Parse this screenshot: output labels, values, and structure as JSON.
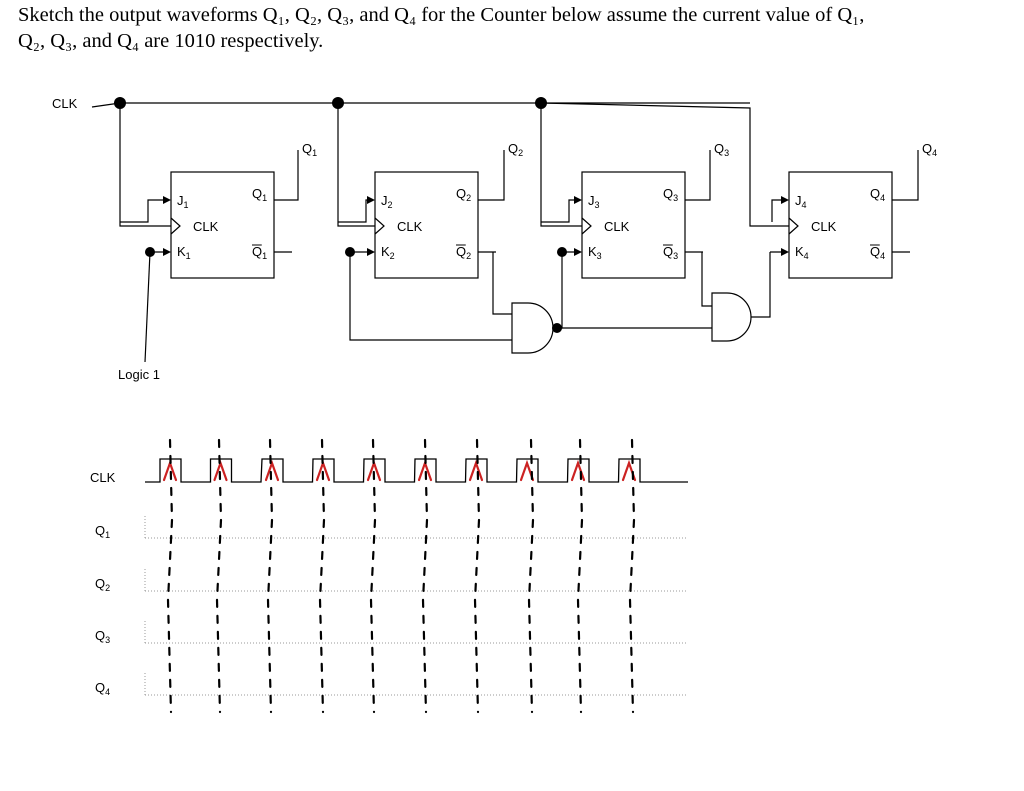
{
  "question": {
    "line1": "Sketch the output waveforms Q₁, Q₂, Q₃, and Q₄ for the Counter below assume the current value of Q₁,",
    "line2": "Q₂, Q₃, and Q₄ are 1010 respectively."
  },
  "circuit": {
    "clk_input_label": "CLK",
    "logic_label": "Logic 1",
    "flipflops": [
      {
        "j": "J",
        "k": "K",
        "q": "Q",
        "qbar": "Q",
        "sub": "1",
        "clk": "CLK",
        "output": "Q",
        "output_sub": "1"
      },
      {
        "j": "J",
        "k": "K",
        "q": "Q",
        "qbar": "Q",
        "sub": "2",
        "clk": "CLK",
        "output": "Q",
        "output_sub": "2"
      },
      {
        "j": "J",
        "k": "K",
        "q": "Q",
        "qbar": "Q",
        "sub": "3",
        "clk": "CLK",
        "output": "Q",
        "output_sub": "3"
      },
      {
        "j": "J",
        "k": "K",
        "q": "Q",
        "qbar": "Q",
        "sub": "4",
        "clk": "CLK",
        "output": "Q",
        "output_sub": "4"
      }
    ]
  },
  "timing": {
    "rows": [
      {
        "label": "CLK",
        "sub": ""
      },
      {
        "label": "Q",
        "sub": "1"
      },
      {
        "label": "Q",
        "sub": "2"
      },
      {
        "label": "Q",
        "sub": "3"
      },
      {
        "label": "Q",
        "sub": "4"
      }
    ],
    "clock_pulses": 10,
    "line_color": "#000000",
    "edge_marker_color": "#cc2222",
    "grid_color": "#999999"
  }
}
